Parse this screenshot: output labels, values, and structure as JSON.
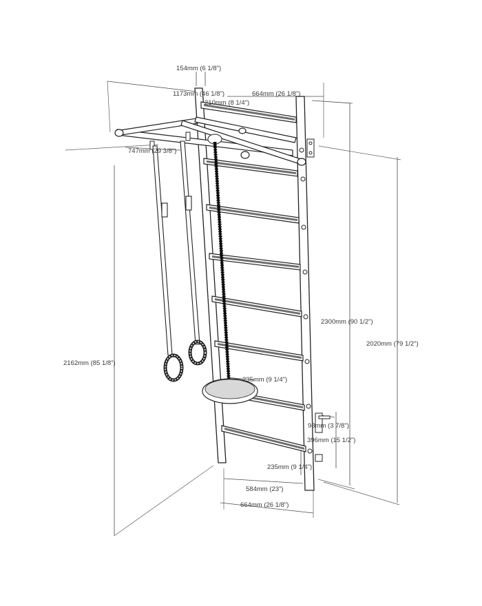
{
  "dimensions": {
    "bar_depth": "154mm (6 1/8\")",
    "bar_width": "1173mm (46 1/8\")",
    "top_width": "664mm (26 1/8\")",
    "bar_offset": "210mm (8 1/4\")",
    "bar_reach": "747mm (29 3/8\")",
    "total_height": "2300mm (90 1/2\")",
    "mount_height": "2020mm (79 1/2\")",
    "ring_height": "2162mm (85 1/8\")",
    "seat_dia": "235mm (9 1/4\")",
    "bracket_depth": "98mm (3 7/8\")",
    "bracket_height": "396mm (15 1/2\")",
    "rung_gap": "235mm (9 1/4\")",
    "inner_width": "584mm (23\")",
    "outer_width": "664mm (26 1/8\")"
  },
  "colors": {
    "line": "#222222",
    "dimension": "#4a4a4a",
    "rope": "#111111"
  }
}
